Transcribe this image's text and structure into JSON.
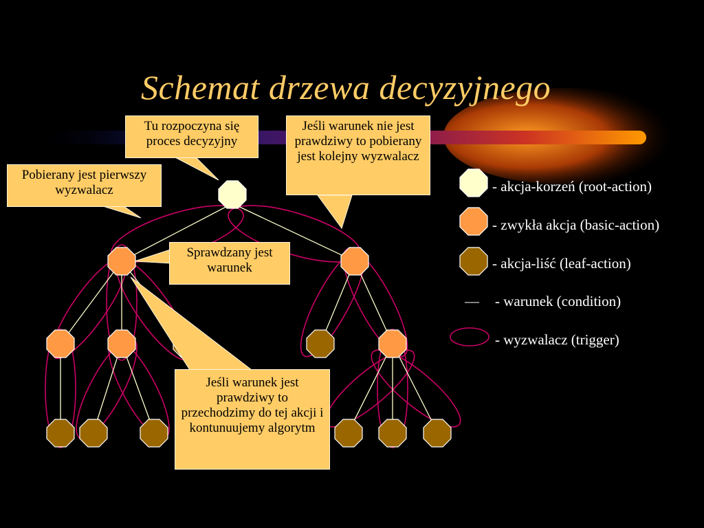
{
  "title": "Schemat drzewa decyzyjnego",
  "callouts": {
    "start": "Tu rozpoczyna się proces decyzyjny",
    "first_trigger": "Pobierany jest pierwszy wyzwalacz",
    "condition_false": "Jeśli warunek nie jest prawdziwy to pobierany jest kolejny wyzwalacz",
    "check_condition": "Sprawdzany jest warunek",
    "condition_true": "Jeśli warunek jest prawdziwy to przechodzimy do tej akcji i kontunuujemy algorytm"
  },
  "legend": {
    "root_action": "- akcja-korzeń (root-action)",
    "basic_action": "- zwykła akcja (basic-action)",
    "leaf_action": "- akcja-liść (leaf-action)",
    "condition_symbol": "—",
    "condition": "- warunek (condition)",
    "trigger": "- wyzwalacz (trigger)"
  },
  "colors": {
    "root": "#ffffcc",
    "basic": "#ff9944",
    "leaf": "#996600",
    "trigger_ellipse": "#cc0066",
    "edge": "#ffffcc",
    "title": "#ffcc66",
    "callout": "#ffcc66"
  }
}
